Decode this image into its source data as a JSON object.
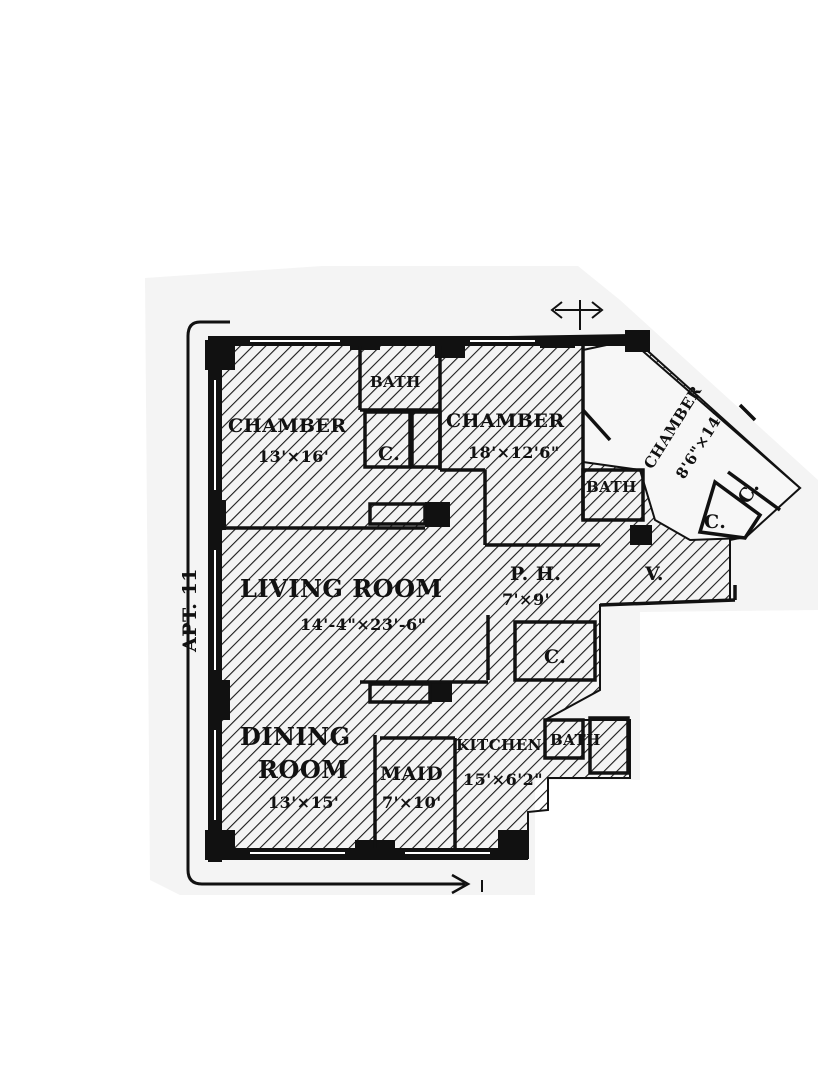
{
  "apartment_label": "APT. 11",
  "rooms": [
    {
      "id": "chamber-west",
      "name": "CHAMBER",
      "size": "13'×16'"
    },
    {
      "id": "bath-north",
      "name": "BATH"
    },
    {
      "id": "chamber-north",
      "name": "CHAMBER",
      "size": "18'×12'6\""
    },
    {
      "id": "chamber-east",
      "name": "CHAMBER",
      "size": "8'6\"×14'"
    },
    {
      "id": "bath-east",
      "name": "BATH"
    },
    {
      "id": "living-room",
      "name": "LIVING ROOM",
      "size": "14'-4\"×23'-6\""
    },
    {
      "id": "private-hall",
      "name": "P. H.",
      "size": "7'×9'"
    },
    {
      "id": "vestibule",
      "name": "V."
    },
    {
      "id": "dining-room",
      "name1": "DINING",
      "name2": "ROOM",
      "size": "13'×15'"
    },
    {
      "id": "maid",
      "name": "MAID",
      "size": "7'×10'"
    },
    {
      "id": "kitchen",
      "name": "KITCHEN",
      "size": "15'×6'2\""
    },
    {
      "id": "bath-kitchen",
      "name": "BATH"
    }
  ],
  "closets": {
    "label": "C."
  }
}
